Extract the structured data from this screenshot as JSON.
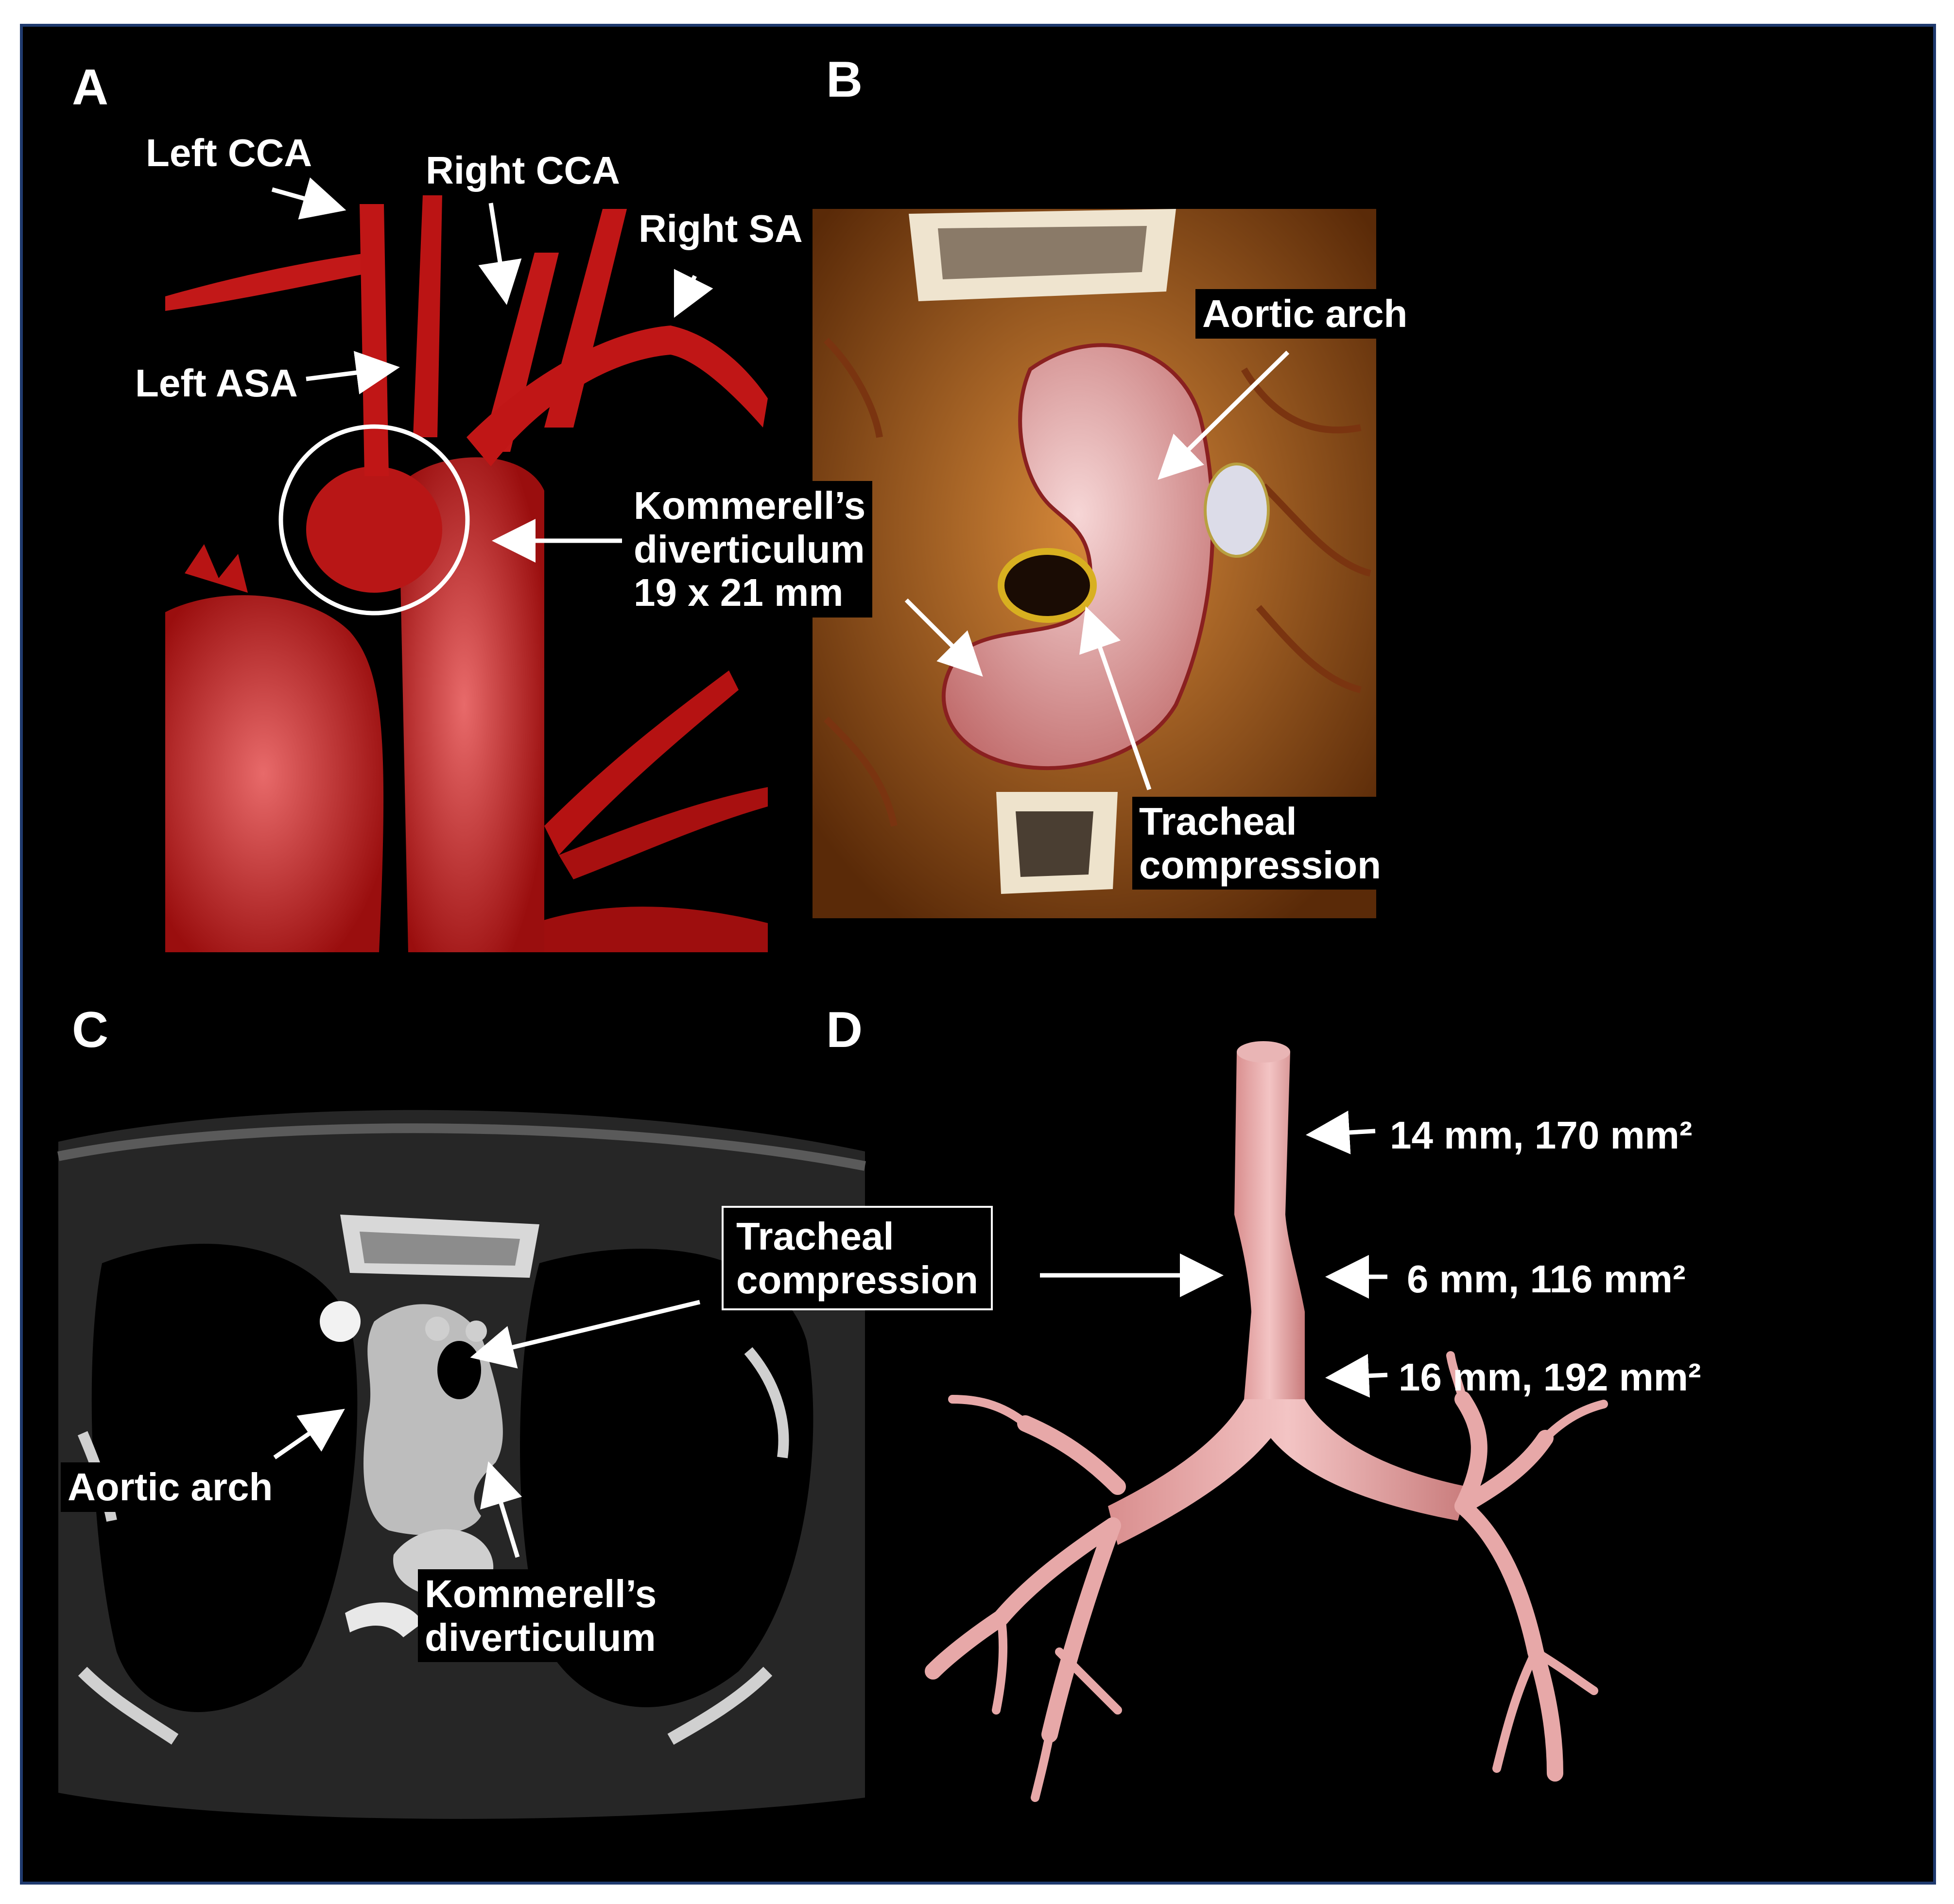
{
  "panels": {
    "a": {
      "letter": "A",
      "labels": {
        "left_cca": "Left CCA",
        "right_cca": "Right CCA",
        "right_sa": "Right SA",
        "left_asa": "Left ASA",
        "kommerell_line1": "Kommerell’s",
        "kommerell_line2": "diverticulum",
        "kommerell_size": "19  x  21 mm"
      }
    },
    "b": {
      "letter": "B",
      "labels": {
        "aortic_arch": "Aortic arch",
        "tracheal_line1": "Tracheal",
        "tracheal_line2": "compression"
      }
    },
    "c": {
      "letter": "C",
      "labels": {
        "tracheal_line1": "Tracheal",
        "tracheal_line2": "compression",
        "aortic_arch": "Aortic arch",
        "kommerell_line1": "Kommerell’s",
        "kommerell_line2": "diverticulum"
      }
    },
    "d": {
      "letter": "D",
      "measurements": [
        {
          "text": "14 mm, 170 mm²"
        },
        {
          "text": "6 mm, 116 mm²"
        },
        {
          "text": "16 mm, 192 mm²"
        }
      ]
    }
  },
  "colors": {
    "background": "#000000",
    "border": "#1f3a6e",
    "vessel_red": "#c01818",
    "airway_pink": "#e8a3a3",
    "annotation": "#ffffff"
  }
}
